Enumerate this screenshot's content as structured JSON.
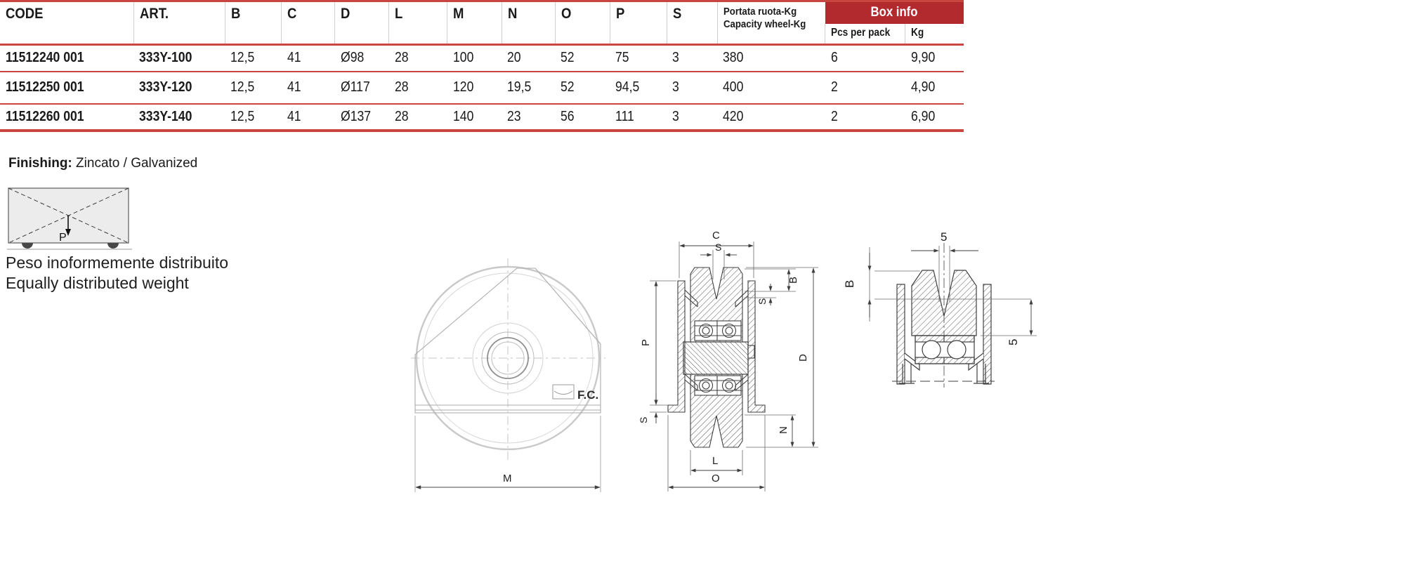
{
  "table": {
    "headers": [
      "CODE",
      "ART.",
      "B",
      "C",
      "D",
      "L",
      "M",
      "N",
      "O",
      "P",
      "S"
    ],
    "capacity_header": {
      "line1": "Portata ruota-Kg",
      "line2": "Capacity wheel-Kg"
    },
    "box_info": {
      "title": "Box info",
      "col1": "Pcs per pack",
      "col2": "Kg"
    },
    "rows": [
      {
        "code": "11512240 001",
        "art": "333Y-100",
        "b": "12,5",
        "c": "41",
        "d": "Ø98",
        "l": "28",
        "m": "100",
        "n": "20",
        "o": "52",
        "p": "75",
        "s": "3",
        "capacity": "380",
        "pcs": "6",
        "kg": "9,90"
      },
      {
        "code": "11512250 001",
        "art": "333Y-120",
        "b": "12,5",
        "c": "41",
        "d": "Ø117",
        "l": "28",
        "m": "120",
        "n": "19,5",
        "o": "52",
        "p": "94,5",
        "s": "3",
        "capacity": "400",
        "pcs": "2",
        "kg": "4,90"
      },
      {
        "code": "11512260 001",
        "art": "333Y-140",
        "b": "12,5",
        "c": "41",
        "d": "Ø137",
        "l": "28",
        "m": "140",
        "n": "23",
        "o": "56",
        "p": "111",
        "s": "3",
        "capacity": "420",
        "pcs": "2",
        "kg": "6,90"
      }
    ]
  },
  "finishing": {
    "label": "Finishing:",
    "value": " Zincato / Galvanized"
  },
  "weight_note": {
    "line1": "Peso inoformemente distribuito",
    "line2": "Equally distributed weight",
    "diagram_label": "P"
  },
  "drawings": {
    "front": {
      "logo": "F.C.",
      "dim_m": "M"
    },
    "section": {
      "dim_c": "C",
      "dim_s_top": "S",
      "dim_b": "B",
      "dim_s_right": "S",
      "dim_d": "D",
      "dim_n": "N",
      "dim_l": "L",
      "dim_o": "O",
      "dim_p": "P",
      "dim_s_left": "S"
    },
    "detail": {
      "dim_5_top": "5",
      "dim_b": "B",
      "dim_5_right": "5"
    }
  },
  "colors": {
    "accent_red": "#B2292E",
    "line_red": "#C8463F"
  }
}
